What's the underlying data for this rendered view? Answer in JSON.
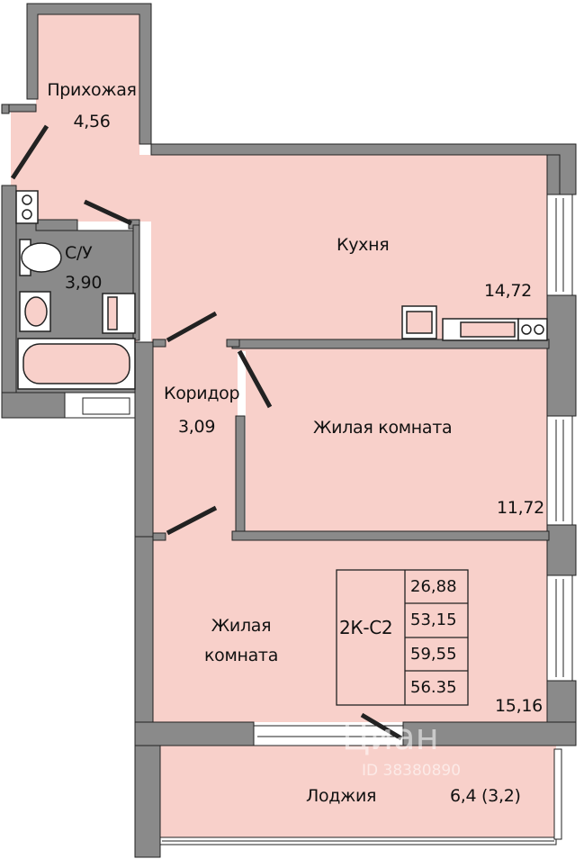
{
  "rooms": {
    "hall": {
      "name": "Прихожая",
      "area": "4,56"
    },
    "bath": {
      "name": "С/У",
      "area": "3,90"
    },
    "kitchen": {
      "name": "Кухня",
      "area": "14,72"
    },
    "corridor": {
      "name": "Коридор",
      "area": "3,09"
    },
    "bedroom1": {
      "name": "Жилая комната",
      "area": "11,72"
    },
    "bedroom2": {
      "name_line1": "Жилая",
      "name_line2": "комната",
      "area": "15,16"
    },
    "loggia": {
      "name": "Лоджия",
      "area": "6,4 (3,2)"
    }
  },
  "summary": {
    "type": "2К-С2",
    "values": [
      "26,88",
      "53,15",
      "59,55",
      "56.35"
    ]
  },
  "watermark": {
    "brand": "Циан",
    "id": "ID 38380890"
  },
  "colors": {
    "floor": "#f8d0ca",
    "wall": "#8a8a8a",
    "line": "#222222"
  }
}
